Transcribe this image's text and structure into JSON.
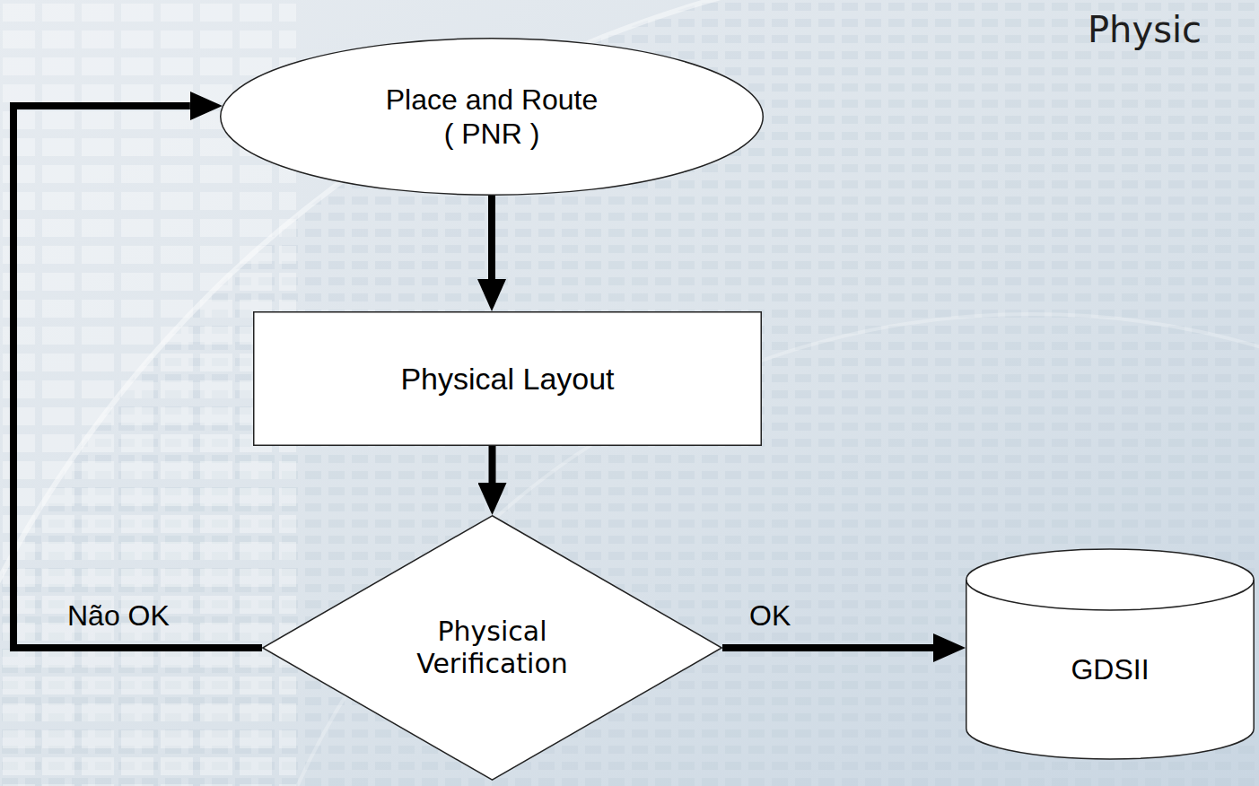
{
  "diagram": {
    "title": "Physic",
    "nodes": [
      {
        "text": [
          "Place and Route ( PNR )"
        ]
      },
      {
        "text": [
          "Physical Layout"
        ]
      },
      {
        "text": [
          "Physical Verification"
        ]
      },
      {
        "text": [
          "GDSII"
        ]
      }
    ],
    "edges": [
      {
        "from": 0,
        "to": 1,
        "arrow": "to"
      },
      {
        "from": 1,
        "to": 2,
        "arrow": "to"
      },
      {
        "from": 2,
        "to": 3,
        "label": "OK",
        "arrow": "to"
      },
      {
        "from": 2,
        "to": 0,
        "label": "Não OK",
        "arrow": "to"
      }
    ]
  }
}
